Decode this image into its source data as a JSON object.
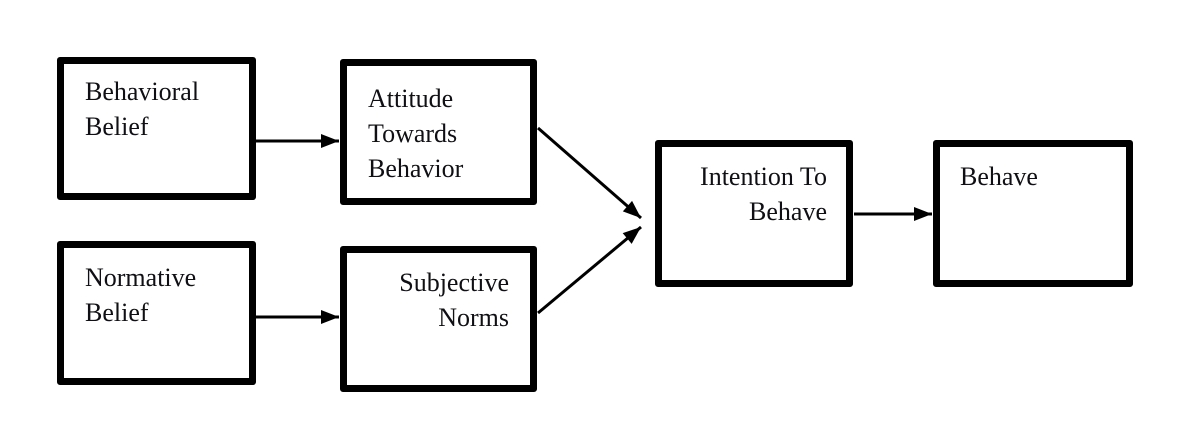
{
  "diagram": {
    "type": "flowchart",
    "colors": {
      "background": "#ffffff",
      "box_border": "#000000",
      "box_fill": "#ffffff",
      "text": "#101014",
      "arrow": "#000000"
    },
    "nodes": [
      {
        "id": "behavioral-belief",
        "lines": [
          "Behavioral",
          "Belief"
        ],
        "text_align": "left"
      },
      {
        "id": "attitude-towards-behavior",
        "lines": [
          "Attitude",
          "Towards",
          "Behavior"
        ],
        "text_align": "left"
      },
      {
        "id": "normative-belief",
        "lines": [
          "Normative",
          "Belief"
        ],
        "text_align": "left"
      },
      {
        "id": "subjective-norms",
        "lines": [
          "Subjective",
          "Norms"
        ],
        "text_align": "right"
      },
      {
        "id": "intention-to-behave",
        "lines": [
          "Intention To",
          "Behave"
        ],
        "text_align": "right"
      },
      {
        "id": "behave",
        "lines": [
          "Behave"
        ],
        "text_align": "left"
      }
    ],
    "edges": [
      {
        "from": "behavioral-belief",
        "to": "attitude-towards-behavior",
        "style": "straight-horizontal"
      },
      {
        "from": "normative-belief",
        "to": "subjective-norms",
        "style": "straight-horizontal"
      },
      {
        "from": "attitude-towards-behavior",
        "to": "intention-to-behave",
        "style": "diagonal-down"
      },
      {
        "from": "subjective-norms",
        "to": "intention-to-behave",
        "style": "diagonal-up"
      },
      {
        "from": "intention-to-behave",
        "to": "behave",
        "style": "straight-horizontal"
      }
    ]
  }
}
